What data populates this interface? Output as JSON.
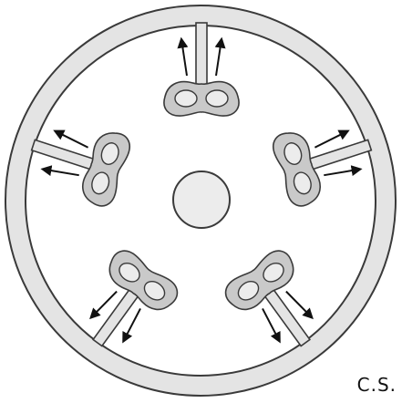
{
  "label": "C.S.",
  "colors": {
    "outline": "#3a3a3a",
    "ring_fill": "#e4e4e4",
    "blob_fill": "#c9c9c9",
    "spot_fill": "#ececec",
    "center_fill": "#ececec",
    "arrow": "#111111",
    "background": "#ffffff"
  },
  "parts": {
    "outer_ring": "outer-ring",
    "center_disc": "center-disc",
    "spoke_count": 5,
    "arrows_per_spoke": 2
  }
}
